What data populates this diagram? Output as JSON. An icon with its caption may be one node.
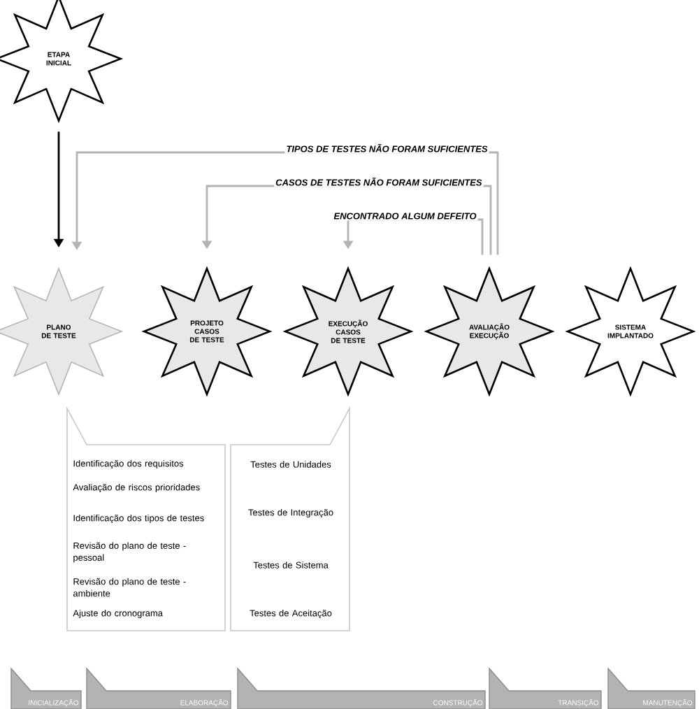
{
  "diagram": {
    "nodes": [
      {
        "text": [
          "ETAPA INICIAL"
        ]
      },
      {
        "text": [
          "PLANO DE TESTE"
        ]
      },
      {
        "text": [
          "PROJETO CASOS DE TESTE"
        ]
      },
      {
        "text": [
          "EXECUÇÃO CASOS DE TESTE"
        ]
      },
      {
        "text": [
          "AVALIAÇÃO EXECUÇÃO"
        ]
      },
      {
        "text": [
          "SISTEMA IMPLANTADO"
        ]
      },
      {
        "text": [
          "Identificação dos requisitos",
          "Avaliação de riscos prioridades",
          "Identificação dos tipos de testes",
          "Revisão do plano de teste - pessoal",
          "Revisão do plano de teste - ambiente",
          "Ajuste do cronograma"
        ]
      },
      {
        "text": [
          "Testes de Unidades",
          "Testes de Integração",
          "Testes de Sistema",
          "Testes de Aceitação"
        ]
      },
      {
        "text": [
          "INICIALIZAÇÃO"
        ]
      },
      {
        "text": [
          "ELABORAÇÃO"
        ]
      },
      {
        "text": [
          "CONSTRUÇÃO"
        ]
      },
      {
        "text": [
          "TRANSIÇÃO"
        ]
      },
      {
        "text": [
          "MANUTENÇÃO"
        ]
      }
    ],
    "edges": [
      {
        "from": 0,
        "to": 1,
        "arrow": "to",
        "color": "#000000"
      },
      {
        "from": 4,
        "to": 1,
        "arrow": "to",
        "label": "TIPOS DE TESTES NÃO FORAM SUFICIENTES"
      },
      {
        "from": 4,
        "to": 2,
        "arrow": "to",
        "label": "CASOS DE TESTES NÃO FORAM SUFICIENTES"
      },
      {
        "from": 4,
        "to": 3,
        "arrow": "to",
        "label": "ENCONTRADO ALGUM DEFEITO"
      }
    ]
  }
}
